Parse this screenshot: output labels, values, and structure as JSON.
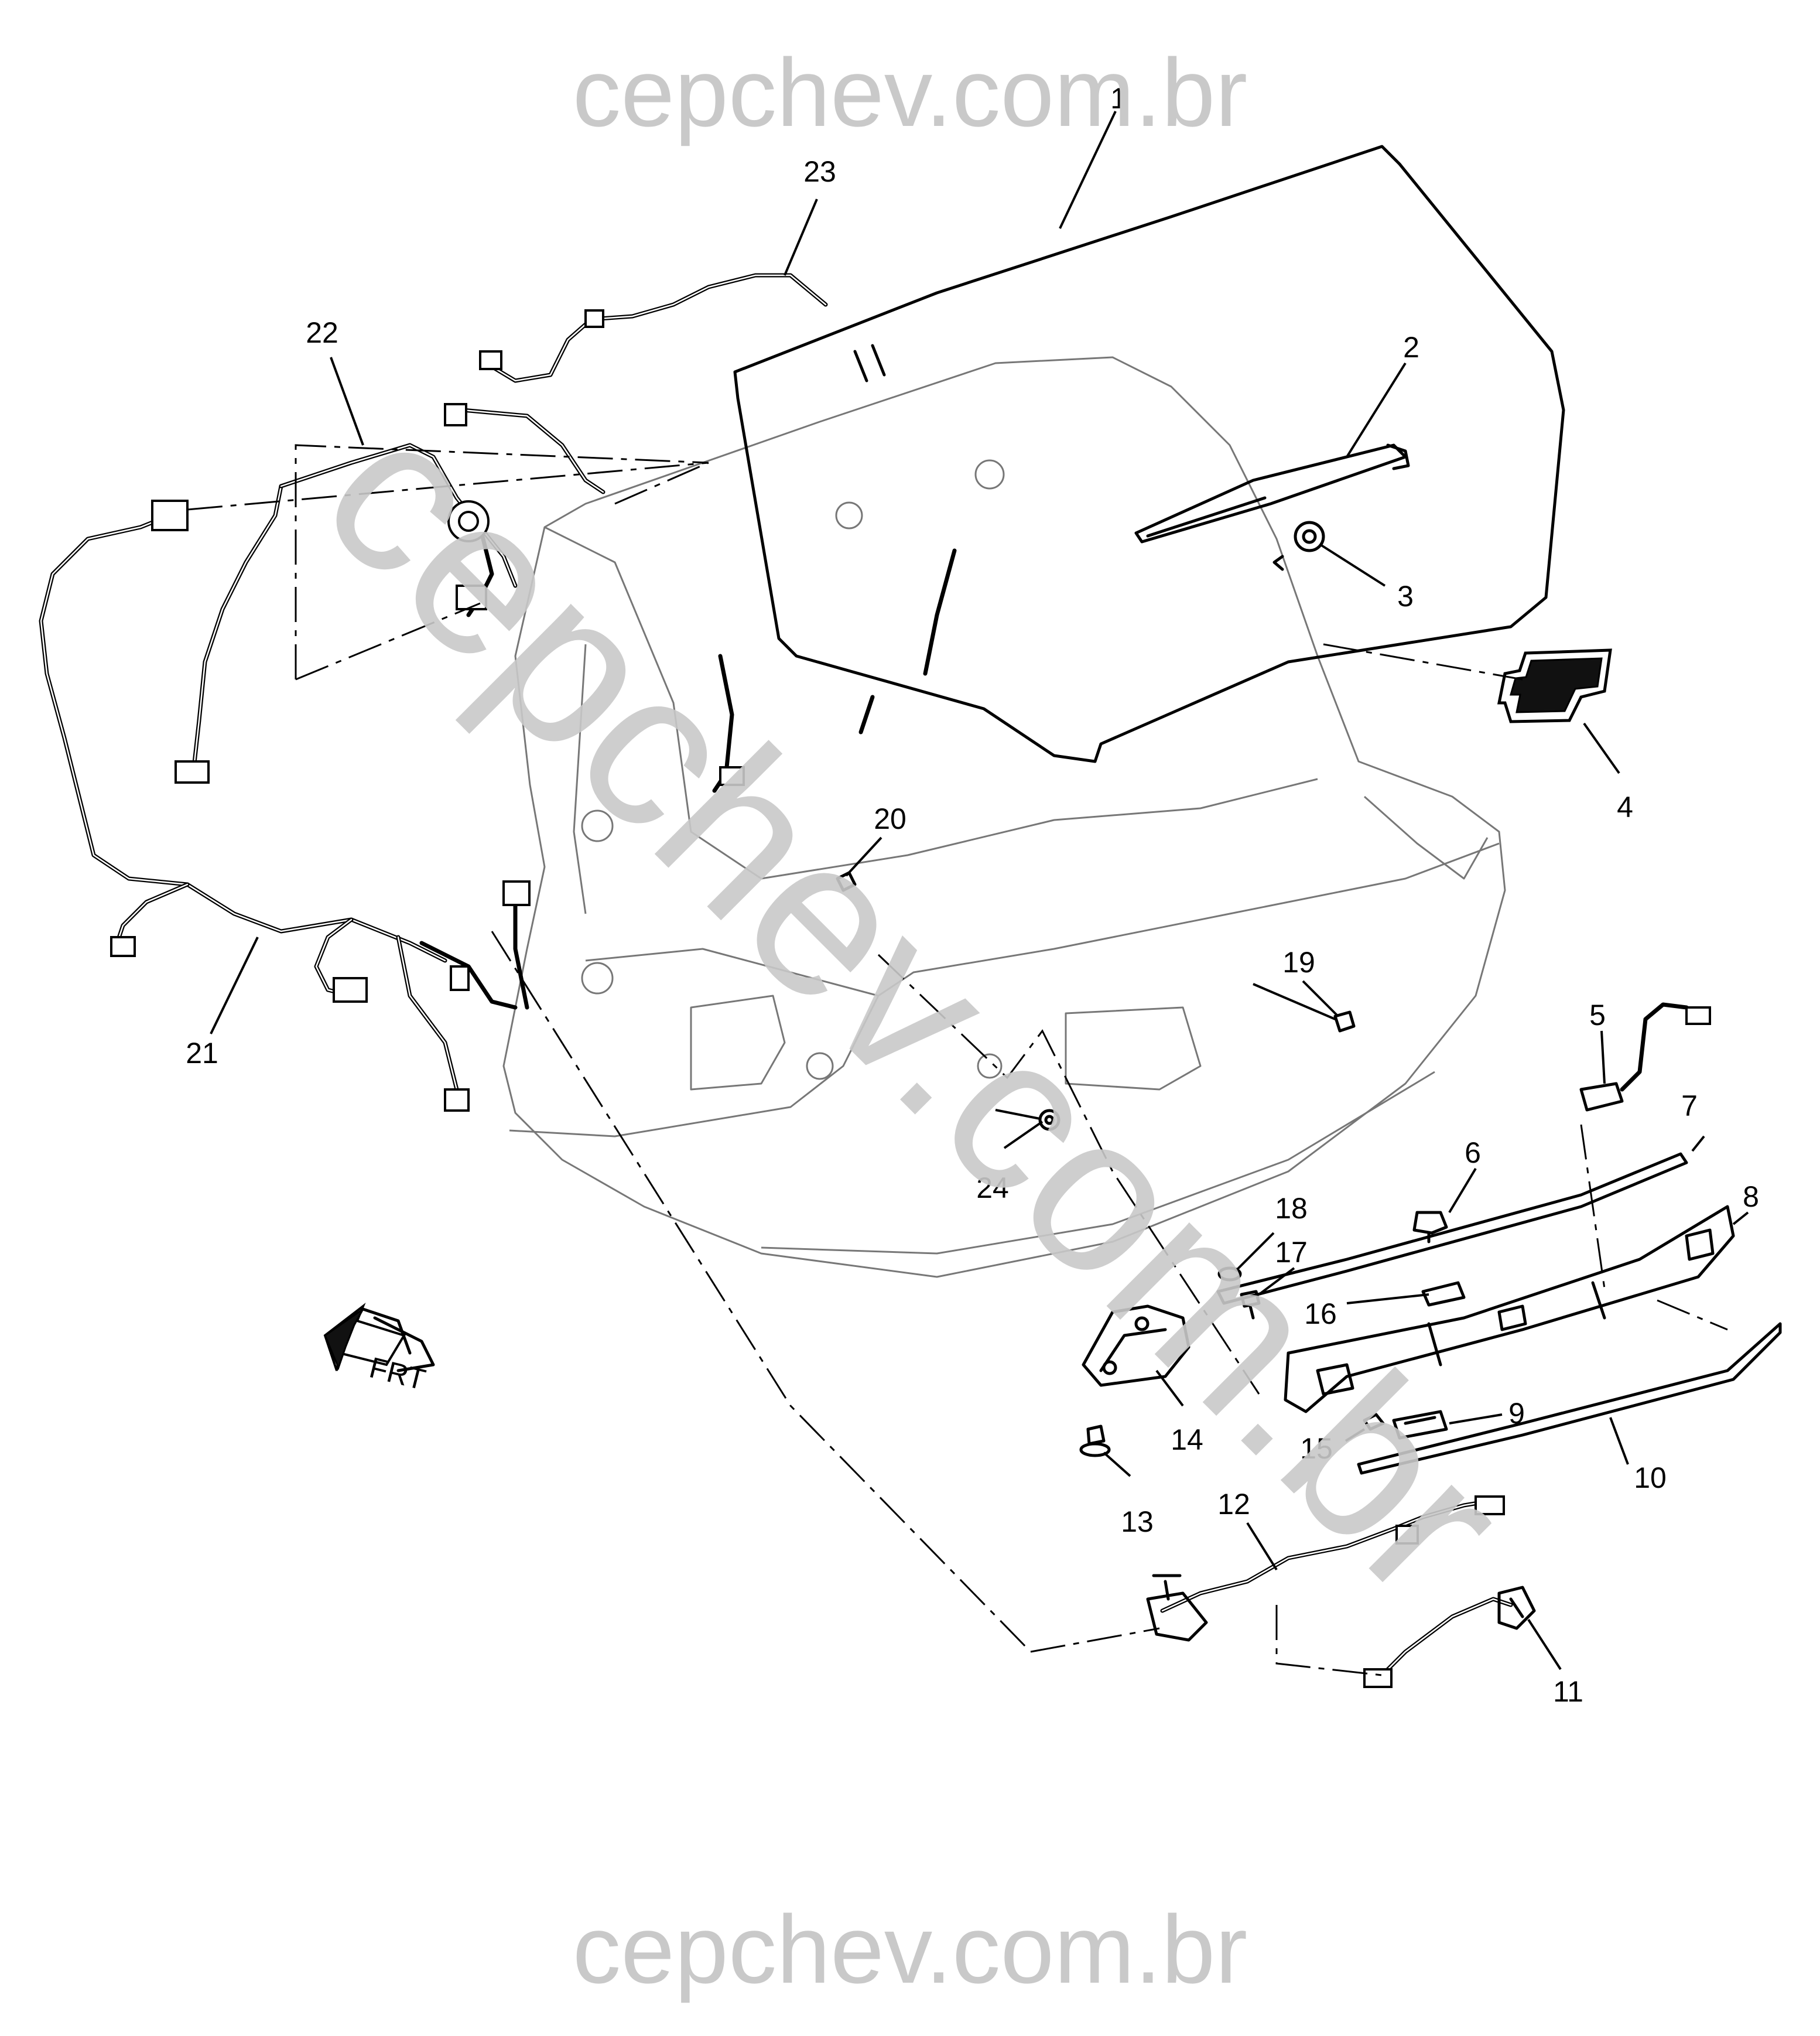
{
  "watermark": {
    "top": "cepchev.com.br",
    "bottom": "cepchev.com.br",
    "diagonal": "cepchev.com.br",
    "color": "#c9c9c9"
  },
  "orientation_arrow": {
    "label": "FRT",
    "icon": "front-direction-arrow-icon"
  },
  "callouts": [
    {
      "id": "1",
      "label": "1"
    },
    {
      "id": "2",
      "label": "2"
    },
    {
      "id": "3",
      "label": "3"
    },
    {
      "id": "4",
      "label": "4"
    },
    {
      "id": "5",
      "label": "5"
    },
    {
      "id": "6",
      "label": "6"
    },
    {
      "id": "7",
      "label": "7"
    },
    {
      "id": "8",
      "label": "8"
    },
    {
      "id": "9",
      "label": "9"
    },
    {
      "id": "10",
      "label": "10"
    },
    {
      "id": "11",
      "label": "11"
    },
    {
      "id": "12",
      "label": "12"
    },
    {
      "id": "13",
      "label": "13"
    },
    {
      "id": "14",
      "label": "14"
    },
    {
      "id": "15",
      "label": "15"
    },
    {
      "id": "16",
      "label": "16"
    },
    {
      "id": "17",
      "label": "17"
    },
    {
      "id": "18",
      "label": "18"
    },
    {
      "id": "19",
      "label": "19"
    },
    {
      "id": "20",
      "label": "20"
    },
    {
      "id": "21",
      "label": "21"
    },
    {
      "id": "22",
      "label": "22"
    },
    {
      "id": "23",
      "label": "23"
    },
    {
      "id": "24",
      "label": "24"
    }
  ]
}
